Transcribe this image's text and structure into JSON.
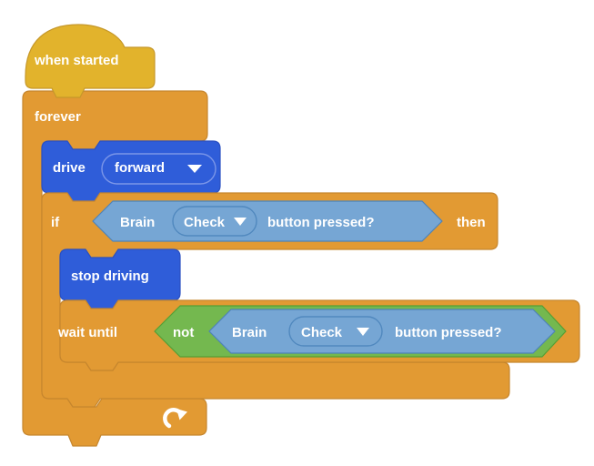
{
  "workspace": {
    "description": "block programming canvas",
    "background": "#ffffff"
  },
  "colors": {
    "hat_yellow": "#e2b32c",
    "hat_yellow_border": "#c6982a",
    "control_orange": "#e29a33",
    "control_orange_border": "#c6862e",
    "drive_blue": "#2f5dd9",
    "drive_blue_border": "#2a50c2",
    "drive_dropdown_border": "#7b96e8",
    "sensor_lightblue": "#76a6d4",
    "sensor_lightblue_border": "#4e83b8",
    "operator_green": "#74b84f",
    "operator_green_border": "#539f35",
    "text_white": "#ffffff"
  },
  "blocks": {
    "when_started": {
      "label": "when started"
    },
    "forever": {
      "label": "forever"
    },
    "drive": {
      "label": "drive",
      "direction": "forward"
    },
    "if_block": {
      "keyword": "if",
      "then": "then",
      "condition": {
        "device": "Brain",
        "button": "Check",
        "question": "button pressed?"
      }
    },
    "stop_driving": {
      "label": "stop driving"
    },
    "wait_until": {
      "label": "wait until",
      "operator": "not",
      "condition": {
        "device": "Brain",
        "button": "Check",
        "question": "button pressed?"
      }
    }
  },
  "icons": {
    "loop_arrow": "curved repeat arrow",
    "dropdown_caret": "down triangle"
  }
}
